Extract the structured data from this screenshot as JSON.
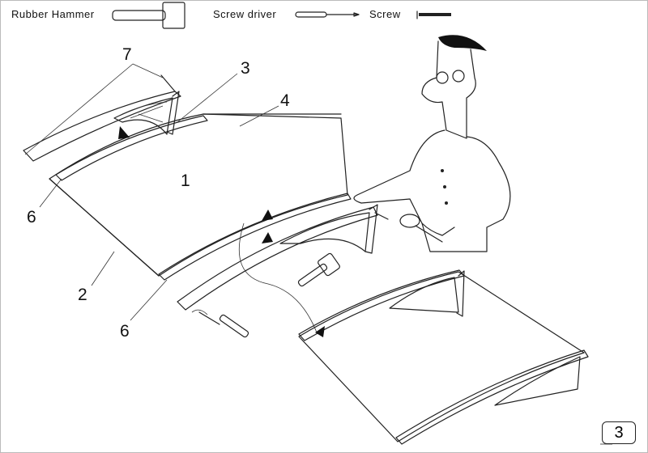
{
  "tools": {
    "rubber_hammer": "Rubber Hammer",
    "screw_driver": "Screw driver",
    "screw": "Screw"
  },
  "callouts": {
    "part_7": "7",
    "part_3": "3",
    "part_4": "4",
    "part_1": "1",
    "part_6_top": "6",
    "part_2": "2",
    "part_6_bottom": "6"
  },
  "page_number": "3"
}
